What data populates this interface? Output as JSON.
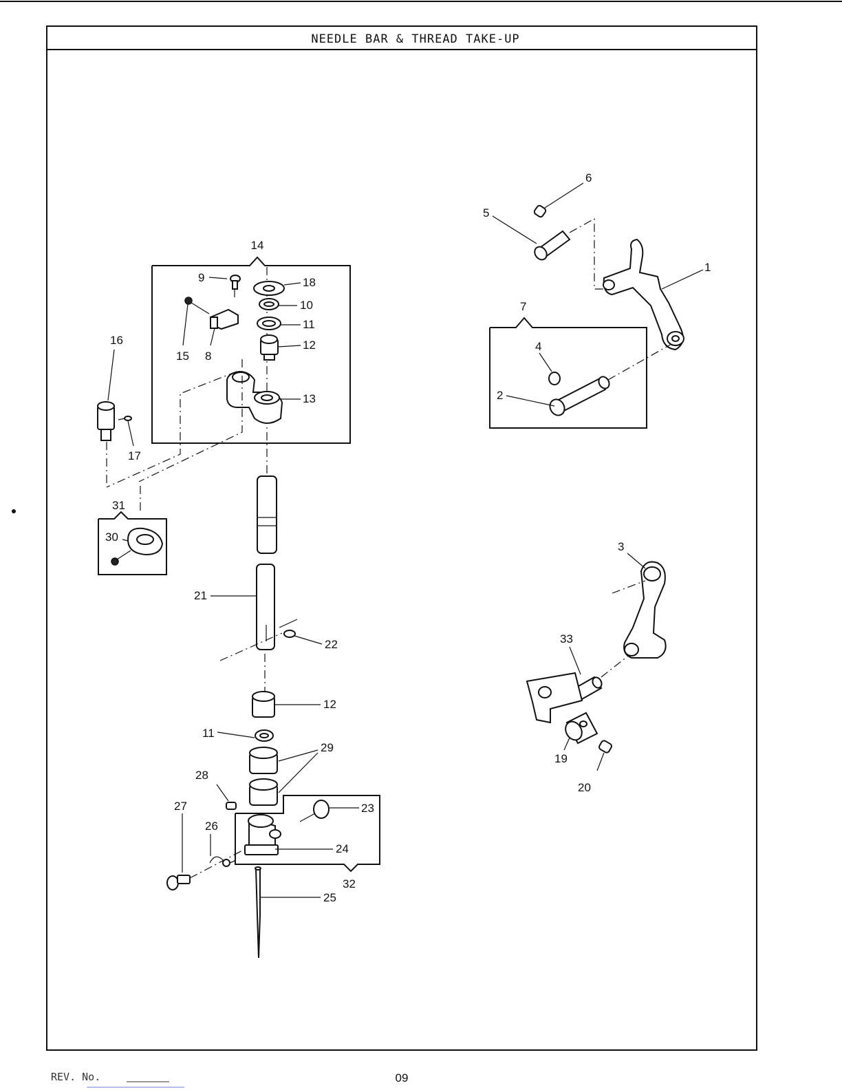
{
  "title": "NEEDLE BAR & THREAD TAKE-UP",
  "footer": {
    "rev_label": "REV. No.",
    "page_number": "09"
  },
  "callouts": {
    "c1": "1",
    "c2": "2",
    "c3": "3",
    "c4": "4",
    "c5": "5",
    "c6": "6",
    "c7": "7",
    "c8": "8",
    "c9": "9",
    "c10": "10",
    "c11a": "11",
    "c11b": "11",
    "c12a": "12",
    "c12b": "12",
    "c13": "13",
    "c14": "14",
    "c15": "15",
    "c16": "16",
    "c17": "17",
    "c18": "18",
    "c19": "19",
    "c20": "20",
    "c21": "21",
    "c22": "22",
    "c23": "23",
    "c24": "24",
    "c25": "25",
    "c26": "26",
    "c27": "27",
    "c28": "28",
    "c29": "29",
    "c30": "30",
    "c31": "31",
    "c32": "32",
    "c33": "33"
  }
}
